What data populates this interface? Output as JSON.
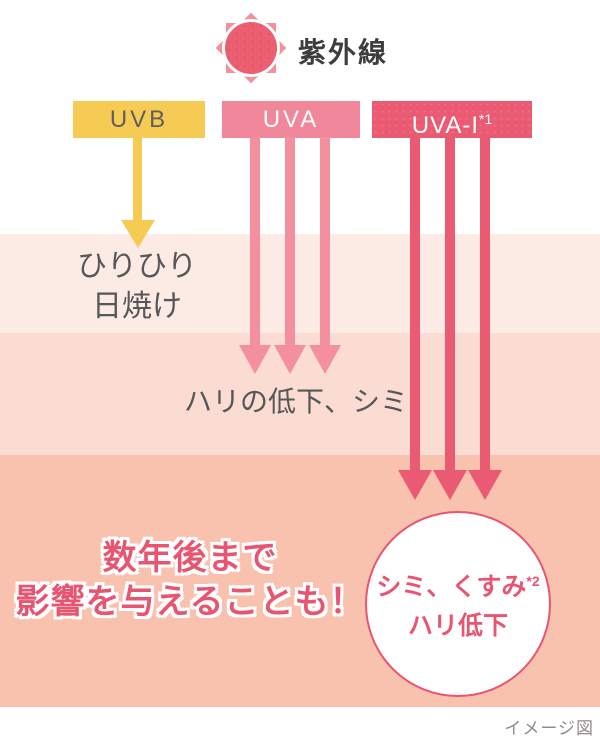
{
  "title": "紫外線",
  "uv_labels": {
    "uvb": "UVB",
    "uva": "UVA",
    "uva1": "UVA-I",
    "uva1_note": "*1"
  },
  "skin_effects": {
    "surface": {
      "line1": "ひりひり",
      "line2": "日焼け"
    },
    "middle": "ハリの低下、シミ",
    "deep": {
      "line1": "シミ、くすみ",
      "note": "*2",
      "line2": "ハリ低下"
    },
    "warning": {
      "line1": "数年後まで",
      "line2": "影響を与えることも！"
    }
  },
  "watermark": "イメージ図",
  "icons": {
    "sun": "sun-icon"
  },
  "colors": {
    "uvb_yellow": "#f6cb54",
    "uva_pink": "#f1879b",
    "uva1_red": "#ea5a72",
    "accent_red": "#e75570",
    "sun_circle": "#ec5f70",
    "sun_rays": "#f2919c",
    "skin_layer_1": "#fcebe5",
    "skin_layer_2": "#fadcd3",
    "skin_layer_3": "#f9c2af",
    "title_text": "#3d3d3d",
    "effect_text": "#575757",
    "watermark_text": "#908a8a"
  }
}
